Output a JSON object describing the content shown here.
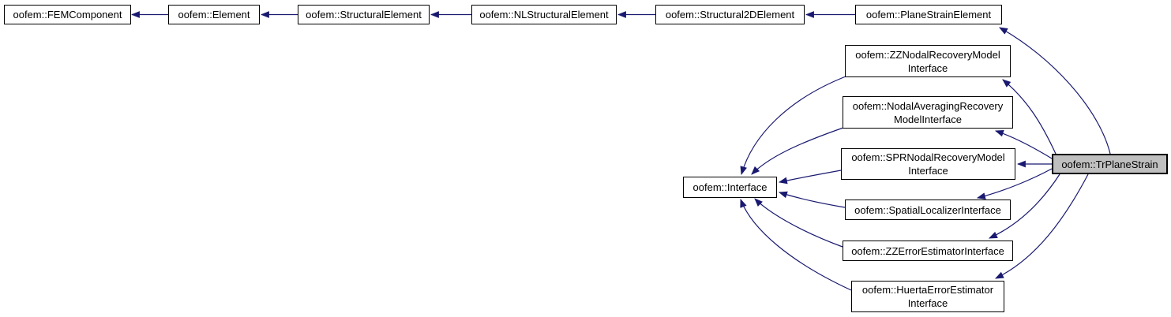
{
  "graph": {
    "title": "Inheritance diagram for oofem::TrPlaneStrain",
    "colors": {
      "edge": "#191970",
      "node_border": "#000000",
      "node_fill": "#ffffff",
      "highlight_fill": "#bfbfbf",
      "text": "#000000",
      "background": "#ffffff"
    },
    "nodes": [
      {
        "id": "femcomponent",
        "label": "oofem::FEMComponent",
        "highlighted": false
      },
      {
        "id": "element",
        "label": "oofem::Element",
        "highlighted": false
      },
      {
        "id": "structural-element",
        "label": "oofem::StructuralElement",
        "highlighted": false
      },
      {
        "id": "nl-structural-element",
        "label": "oofem::NLStructuralElement",
        "highlighted": false
      },
      {
        "id": "structural2d-element",
        "label": "oofem::Structural2DElement",
        "highlighted": false
      },
      {
        "id": "plane-strain-element",
        "label": "oofem::PlaneStrainElement",
        "highlighted": false
      },
      {
        "id": "zz-nodal-recovery",
        "label": "oofem::ZZNodalRecoveryModel\nInterface",
        "highlighted": false
      },
      {
        "id": "nodal-averaging",
        "label": "oofem::NodalAveragingRecovery\nModelInterface",
        "highlighted": false
      },
      {
        "id": "spr-nodal-recovery",
        "label": "oofem::SPRNodalRecoveryModel\nInterface",
        "highlighted": false
      },
      {
        "id": "spatial-localizer",
        "label": "oofem::SpatialLocalizerInterface",
        "highlighted": false
      },
      {
        "id": "zz-error-estimator",
        "label": "oofem::ZZErrorEstimatorInterface",
        "highlighted": false
      },
      {
        "id": "huerta-error-estimator",
        "label": "oofem::HuertaErrorEstimator\nInterface",
        "highlighted": false
      },
      {
        "id": "interface",
        "label": "oofem::Interface",
        "highlighted": false
      },
      {
        "id": "tr-plane-strain",
        "label": "oofem::TrPlaneStrain",
        "highlighted": true
      }
    ],
    "edges": [
      {
        "from": "oofem::Element",
        "to": "oofem::FEMComponent"
      },
      {
        "from": "oofem::StructuralElement",
        "to": "oofem::Element"
      },
      {
        "from": "oofem::NLStructuralElement",
        "to": "oofem::StructuralElement"
      },
      {
        "from": "oofem::Structural2DElement",
        "to": "oofem::NLStructuralElement"
      },
      {
        "from": "oofem::PlaneStrainElement",
        "to": "oofem::Structural2DElement"
      },
      {
        "from": "oofem::TrPlaneStrain",
        "to": "oofem::PlaneStrainElement"
      },
      {
        "from": "oofem::TrPlaneStrain",
        "to": "oofem::ZZNodalRecoveryModelInterface"
      },
      {
        "from": "oofem::TrPlaneStrain",
        "to": "oofem::NodalAveragingRecoveryModelInterface"
      },
      {
        "from": "oofem::TrPlaneStrain",
        "to": "oofem::SPRNodalRecoveryModelInterface"
      },
      {
        "from": "oofem::TrPlaneStrain",
        "to": "oofem::SpatialLocalizerInterface"
      },
      {
        "from": "oofem::TrPlaneStrain",
        "to": "oofem::ZZErrorEstimatorInterface"
      },
      {
        "from": "oofem::TrPlaneStrain",
        "to": "oofem::HuertaErrorEstimatorInterface"
      },
      {
        "from": "oofem::ZZNodalRecoveryModelInterface",
        "to": "oofem::Interface"
      },
      {
        "from": "oofem::NodalAveragingRecoveryModelInterface",
        "to": "oofem::Interface"
      },
      {
        "from": "oofem::SPRNodalRecoveryModelInterface",
        "to": "oofem::Interface"
      },
      {
        "from": "oofem::SpatialLocalizerInterface",
        "to": "oofem::Interface"
      },
      {
        "from": "oofem::ZZErrorEstimatorInterface",
        "to": "oofem::Interface"
      },
      {
        "from": "oofem::HuertaErrorEstimatorInterface",
        "to": "oofem::Interface"
      }
    ]
  }
}
